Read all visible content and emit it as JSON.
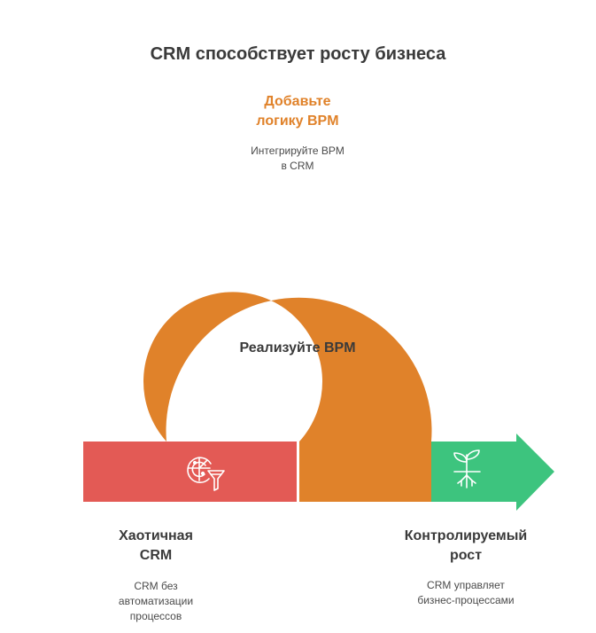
{
  "title": "CRM способствует росту бизнеса",
  "stages": {
    "chaotic": {
      "heading_line1": "Хаотичная",
      "heading_line2": "CRM",
      "desc_line1": "CRM без",
      "desc_line2": "автоматизации",
      "desc_line3": "процессов",
      "color": "#e35a55",
      "icon": "radar-funnel-icon"
    },
    "bpm": {
      "heading_line1": "Добавьте",
      "heading_line2": "логику BPM",
      "desc_line1": "Интегрируйте BPM",
      "desc_line2": "в CRM",
      "color": "#e0822a",
      "icon": "gear-cycle-icon"
    },
    "growth": {
      "heading_line1": "Контролируемый",
      "heading_line2": "рост",
      "desc_line1": "CRM управляет",
      "desc_line2": "бизнес-процессами",
      "color": "#3dc47e",
      "icon": "sprout-icon"
    }
  },
  "center_label": "Реализуйте BPM"
}
